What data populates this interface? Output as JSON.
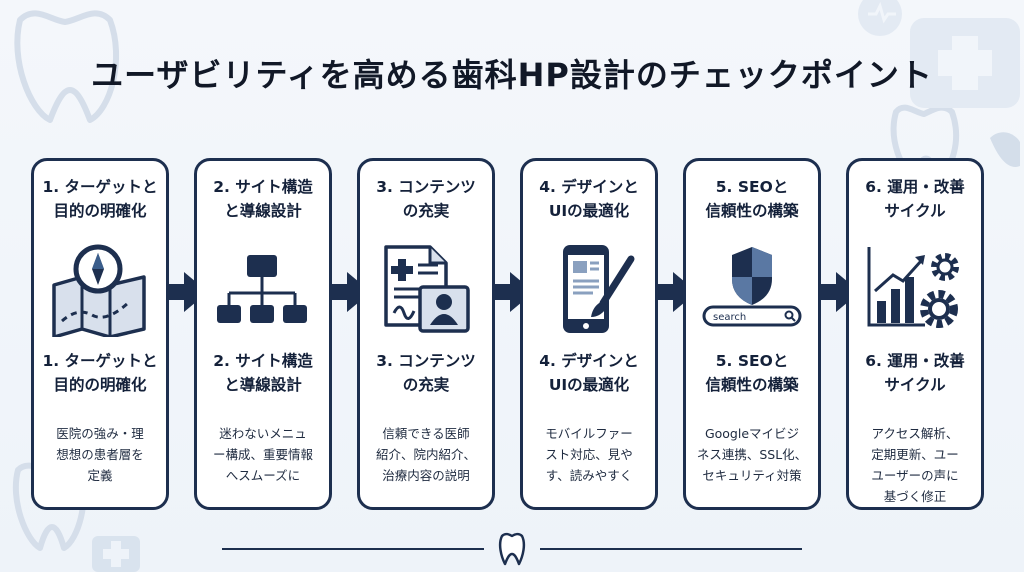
{
  "title": "ユーザビリティを高める歯科HP設計のチェックポイント",
  "steps": [
    {
      "title": "1. ターゲットと\n目的の明確化",
      "subtitle": "1. ターゲットと\n目的の明確化",
      "description": "医院の強み・理\n想想の患者層を\n定義",
      "icon": "map-compass-icon"
    },
    {
      "title": "2. サイト構造\nと導線設計",
      "subtitle": "2. サイト構造\nと導線設計",
      "description": "迷わないメニュ\nー構成、重要情報\nへスムーズに",
      "icon": "sitemap-icon"
    },
    {
      "title": "3. コンテンツ\nの充実",
      "subtitle": "3. コンテンツ\nの充実",
      "description": "信頼できる医師\n紹介、院内紹介、\n治療内容の説明",
      "icon": "medical-document-icon"
    },
    {
      "title": "4. デザインと\nUIの最適化",
      "subtitle": "4. デザインと\nUIの最適化",
      "description": "モバイルファー\nスト対応、見や\nす、読みやすく",
      "icon": "mobile-brush-icon"
    },
    {
      "title": "5. SEOと\n信頼性の構築",
      "subtitle": "5. SEOと\n信頼性の構築",
      "description": "Googleマイビジ\nネス連携、SSL化、\nセキュリティ対策",
      "icon": "shield-search-icon"
    },
    {
      "title": "6. 運用・改善\nサイクル",
      "subtitle": "6. 運用・改善\nサイクル",
      "description": "アクセス解析、\n定期更新、ユー\nユーザーの声に\n基づく修正",
      "icon": "chart-gears-icon"
    }
  ],
  "search_label": "search",
  "colors": {
    "primary": "#1d2f4f",
    "background": "#f1f5fa",
    "card": "#ffffff"
  }
}
